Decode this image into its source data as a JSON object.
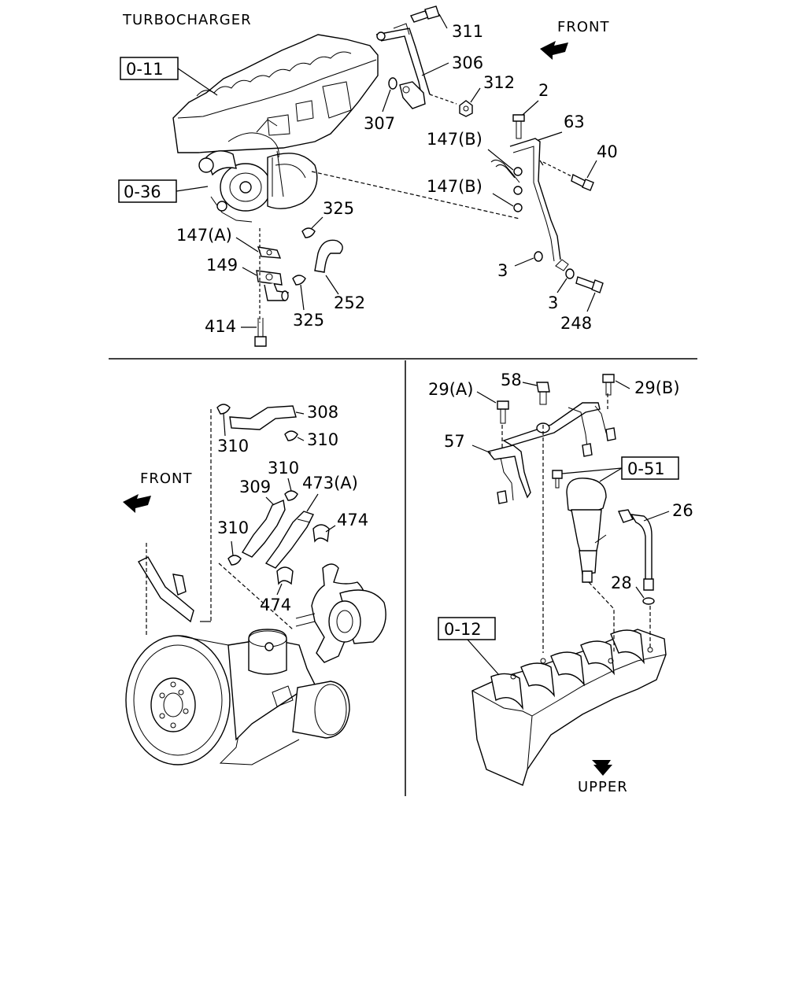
{
  "title": "TURBOCHARGER",
  "directions": {
    "front_top": "FRONT",
    "front_left": "FRONT",
    "upper": "UPPER"
  },
  "refs": {
    "r011": "0-11",
    "r036": "0-36",
    "r051": "0-51",
    "r012": "0-12"
  },
  "labels": {
    "p311": "311",
    "p306": "306",
    "p312": "312",
    "p307": "307",
    "p2": "2",
    "p63": "63",
    "p147b_1": "147(B)",
    "p40": "40",
    "p147b_2": "147(B)",
    "p325_1": "325",
    "p147a": "147(A)",
    "p149": "149",
    "p252": "252",
    "p325_2": "325",
    "p414": "414",
    "p3_1": "3",
    "p3_2": "3",
    "p248": "248",
    "p308": "308",
    "p310_1": "310",
    "p310_2": "310",
    "p310_3": "310",
    "p309": "309",
    "p473a": "473(A)",
    "p474_1": "474",
    "p310_4": "310",
    "p474_2": "474",
    "p29a": "29(A)",
    "p58": "58",
    "p29b": "29(B)",
    "p57": "57",
    "p26": "26",
    "p28": "28"
  }
}
